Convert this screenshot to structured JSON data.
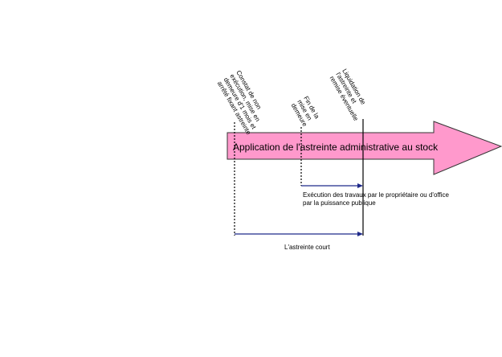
{
  "diagram": {
    "arrow_label": "Application de l'astreinte administrative au stock",
    "milestones": {
      "notice": "Constat de non exécution, mise en demeure d'1 mois et arrêté fixant astreinte",
      "deadline": "Fin de la mise en demeure",
      "liquidation": "Liquidation de l'astreinte et remise éventuelle"
    },
    "execution_note": "Exécution des travaux par le propriétaire ou d'office par la puissance publique",
    "running_note": "L'astreinte court"
  },
  "colors": {
    "arrow_fill": "#ff99cc",
    "arrow_stroke": "#333333",
    "bracket_line": "#1f2a8a",
    "dotted_line": "#000000"
  }
}
